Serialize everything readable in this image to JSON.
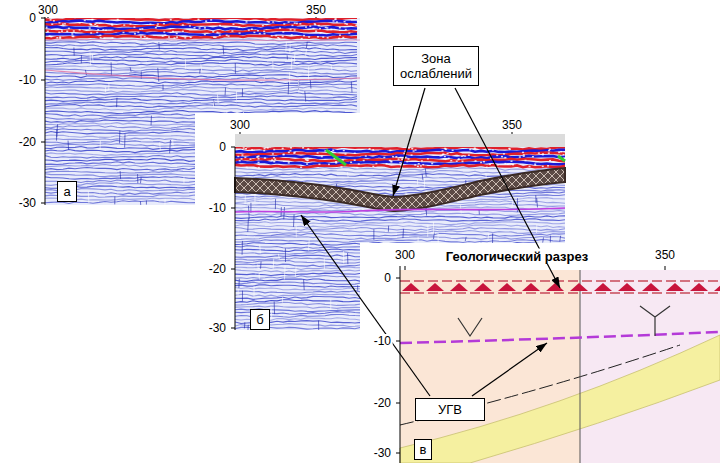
{
  "diagram": {
    "nodes": [
      {
        "text": [
          "Зона ослаблений"
        ]
      },
      {
        "text": [
          "а"
        ]
      },
      {
        "text": [
          "б"
        ]
      },
      {
        "text": [
          "УГВ"
        ]
      },
      {
        "text": [
          "в"
        ]
      }
    ],
    "labels": [
      "300",
      "350",
      "0",
      "-10",
      "-20",
      "-30",
      "300",
      "350",
      "0",
      "-10",
      "-20",
      "-30",
      "Геологический разрез",
      "300",
      "350",
      "0",
      "-10",
      "-20",
      "-30"
    ]
  }
}
